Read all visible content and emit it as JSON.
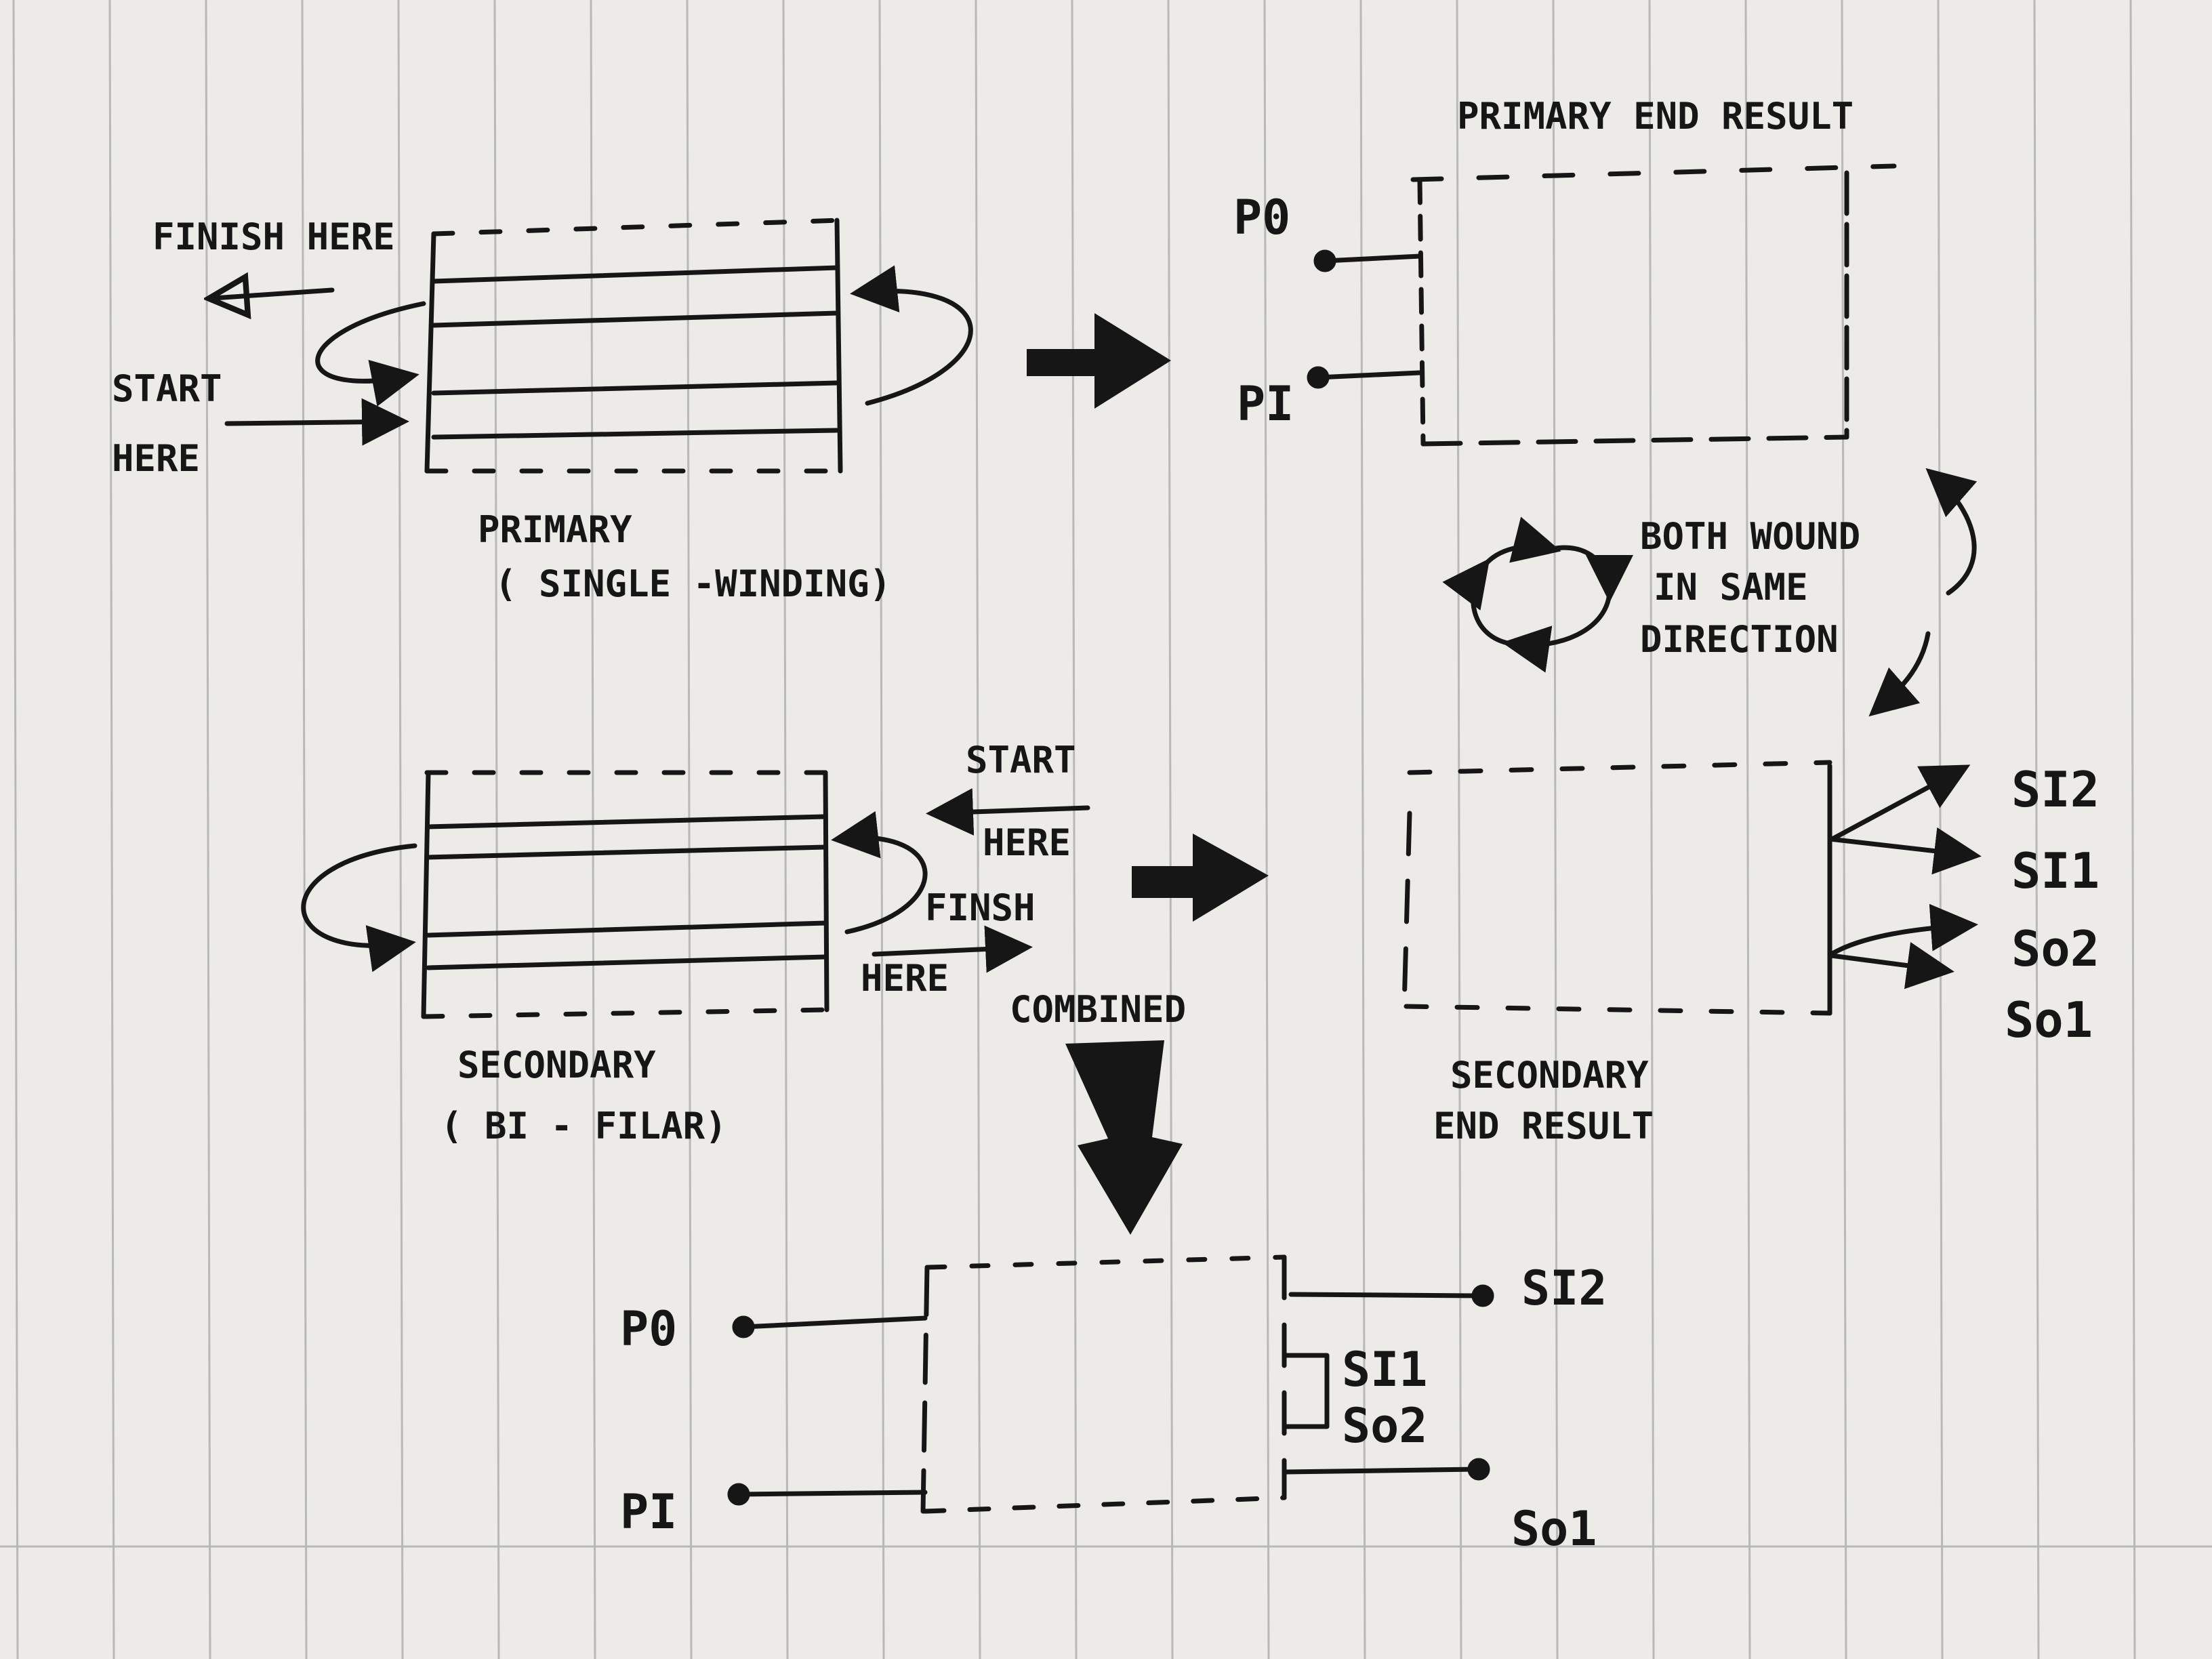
{
  "primary": {
    "finish_label": "FINISH HERE",
    "start_label_1": "START",
    "start_label_2": "HERE",
    "title": "PRIMARY",
    "subtitle": "( SINGLE -WINDING)"
  },
  "primary_result": {
    "title": "PRIMARY END RESULT",
    "p0": "P0",
    "p1": "PI"
  },
  "direction_note": {
    "line1": "BOTH WOUND",
    "line2": "IN SAME",
    "line3": "DIRECTION"
  },
  "secondary": {
    "start_label_1": "START",
    "start_label_2": "HERE",
    "finish_label_1": "FINSH",
    "finish_label_2": "HERE",
    "title": "SECONDARY",
    "subtitle": "( BI - FILAR)"
  },
  "secondary_result": {
    "title_1": "SECONDARY",
    "title_2": "END RESULT",
    "si2": "SI2",
    "si1": "SI1",
    "so2": "So2",
    "so1": "So1"
  },
  "combined": {
    "label": "COMBINED",
    "p0": "P0",
    "p1": "PI",
    "si2": "SI2",
    "si1": "SI1",
    "so2": "So2",
    "so1": "So1"
  },
  "colors": {
    "paper": "#ecebe8",
    "ink": "#161616",
    "rule": "#b8b8b8"
  }
}
